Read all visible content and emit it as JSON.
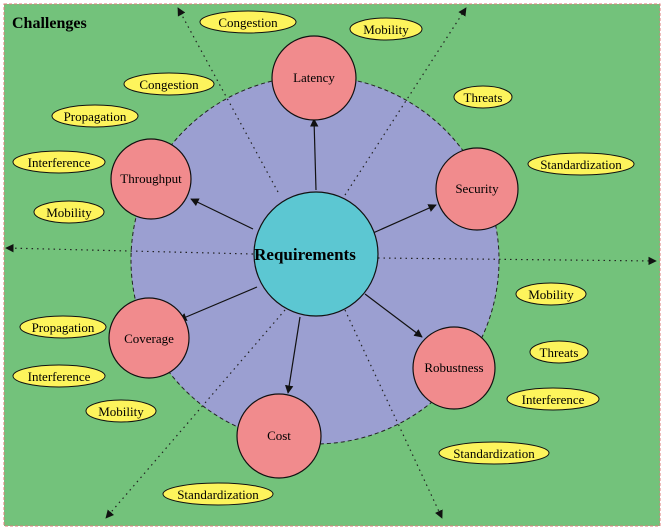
{
  "title": "Challenges",
  "center": {
    "label": "Requirements"
  },
  "requirements": [
    {
      "key": "latency",
      "label": "Latency"
    },
    {
      "key": "security",
      "label": "Security"
    },
    {
      "key": "robustness",
      "label": "Robustness"
    },
    {
      "key": "cost",
      "label": "Cost"
    },
    {
      "key": "coverage",
      "label": "Coverage"
    },
    {
      "key": "throughput",
      "label": "Throughput"
    }
  ],
  "challenges": [
    {
      "key": "congestion-top",
      "label": "Congestion"
    },
    {
      "key": "mobility-top",
      "label": "Mobility"
    },
    {
      "key": "congestion-left",
      "label": "Congestion"
    },
    {
      "key": "propagation-left",
      "label": "Propagation"
    },
    {
      "key": "interference-left",
      "label": "Interference"
    },
    {
      "key": "mobility-left",
      "label": "Mobility"
    },
    {
      "key": "threats-top-right",
      "label": "Threats"
    },
    {
      "key": "standardization-right",
      "label": "Standardization"
    },
    {
      "key": "mobility-right",
      "label": "Mobility"
    },
    {
      "key": "threats-right",
      "label": "Threats"
    },
    {
      "key": "interference-right",
      "label": "Interference"
    },
    {
      "key": "standardization-bottom-right",
      "label": "Standardization"
    },
    {
      "key": "propagation-bottom-left",
      "label": "Propagation"
    },
    {
      "key": "interference-bottom-left",
      "label": "Interference"
    },
    {
      "key": "mobility-bottom-left",
      "label": "Mobility"
    },
    {
      "key": "standardization-bottom",
      "label": "Standardization"
    }
  ],
  "colors": {
    "background": "#73c27b",
    "frame_border": "#e07a7a",
    "ring": "#9b9fd1",
    "center": "#5cc7d2",
    "requirement": "#f18b8d",
    "chip": "#fdf45c"
  }
}
